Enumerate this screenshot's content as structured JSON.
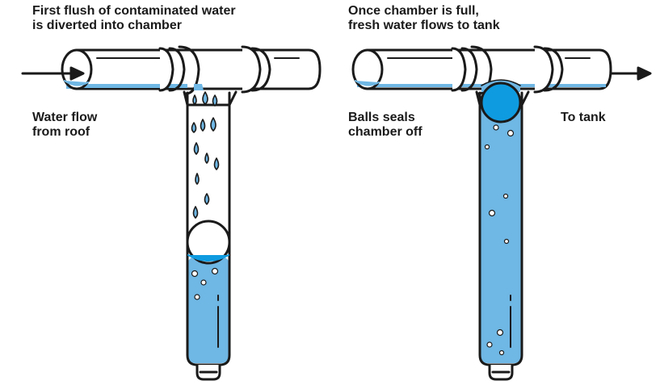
{
  "labels": {
    "left_title": [
      "First flush of contaminated water",
      "is diverted into chamber"
    ],
    "right_title": [
      "Once chamber is full,",
      "fresh water flows to tank"
    ],
    "water_flow": [
      "Water flow",
      "from roof"
    ],
    "ball_seals": [
      "Balls seals",
      "chamber off"
    ],
    "to_tank": [
      "To tank"
    ]
  },
  "colors": {
    "water": "#6fb7e4",
    "water_dark": "#0f9be0",
    "outline": "#1a1a1a",
    "paper": "#ffffff"
  }
}
